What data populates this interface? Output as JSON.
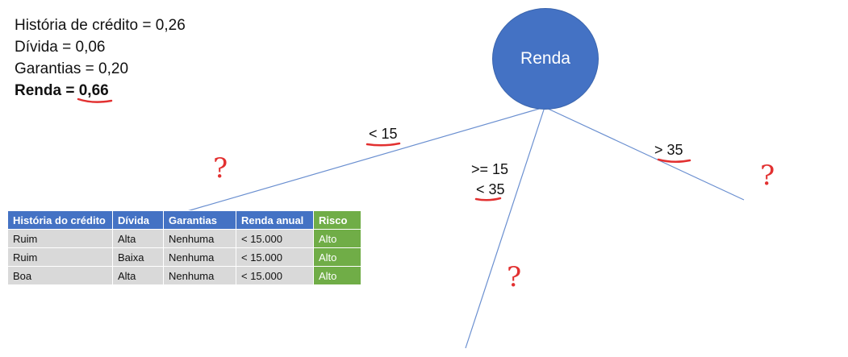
{
  "stats": {
    "historia": "História de crédito = 0,26",
    "divida": "Dívida = 0,06",
    "garantias": "Garantias = 0,20",
    "renda": "Renda = 0,66"
  },
  "node": {
    "label": "Renda"
  },
  "edges": {
    "left": "< 15",
    "middle_top": ">= 15",
    "middle_bottom": "< 35",
    "right": "> 35"
  },
  "question_mark": "?",
  "table": {
    "headers": [
      "História do crédito",
      "Dívida",
      "Garantias",
      "Renda anual",
      "Risco"
    ],
    "rows": [
      [
        "Ruim",
        "Alta",
        "Nenhuma",
        "< 15.000",
        "Alto"
      ],
      [
        "Ruim",
        "Baixa",
        "Nenhuma",
        "< 15.000",
        "Alto"
      ],
      [
        "Boa",
        "Alta",
        "Nenhuma",
        "< 15.000",
        "Alto"
      ]
    ]
  },
  "colors": {
    "node": "#4472c4",
    "table_header": "#4472c4",
    "risk": "#70ad47",
    "cell": "#d9d9d9",
    "annotation": "#e23030",
    "edge": "#6a8fd0"
  }
}
